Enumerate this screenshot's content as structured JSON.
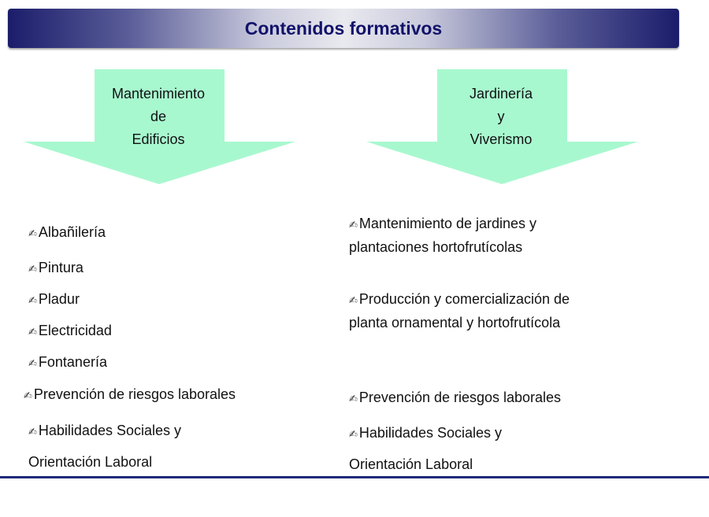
{
  "header": {
    "title": "Contenidos formativos"
  },
  "colors": {
    "arrow": "#a8f8cf",
    "banner_dark": "#1b1d6b",
    "title": "#12126a",
    "rule": "#1f2a7a"
  },
  "bullet_icon": "writing-hand-icon",
  "left": {
    "arrow_lines": [
      "Mantenimiento",
      "de",
      "Edificios"
    ],
    "items": [
      "Albañilería",
      "Pintura",
      "Pladur",
      "Electricidad",
      "Fontanería",
      "Prevención de riesgos laborales",
      "Habilidades Sociales y"
    ],
    "continuation": "Orientación Laboral"
  },
  "right": {
    "arrow_lines": [
      "Jardinería",
      "y",
      "Viverismo"
    ],
    "items": [
      [
        "Mantenimiento de jardines y",
        "plantaciones hortofrutícolas"
      ],
      [
        "Producción y comercialización de",
        "planta ornamental y hortofrutícola"
      ],
      [
        "Prevención de riesgos laborales"
      ],
      [
        "Habilidades Sociales y"
      ]
    ],
    "continuation": "Orientación Laboral"
  }
}
